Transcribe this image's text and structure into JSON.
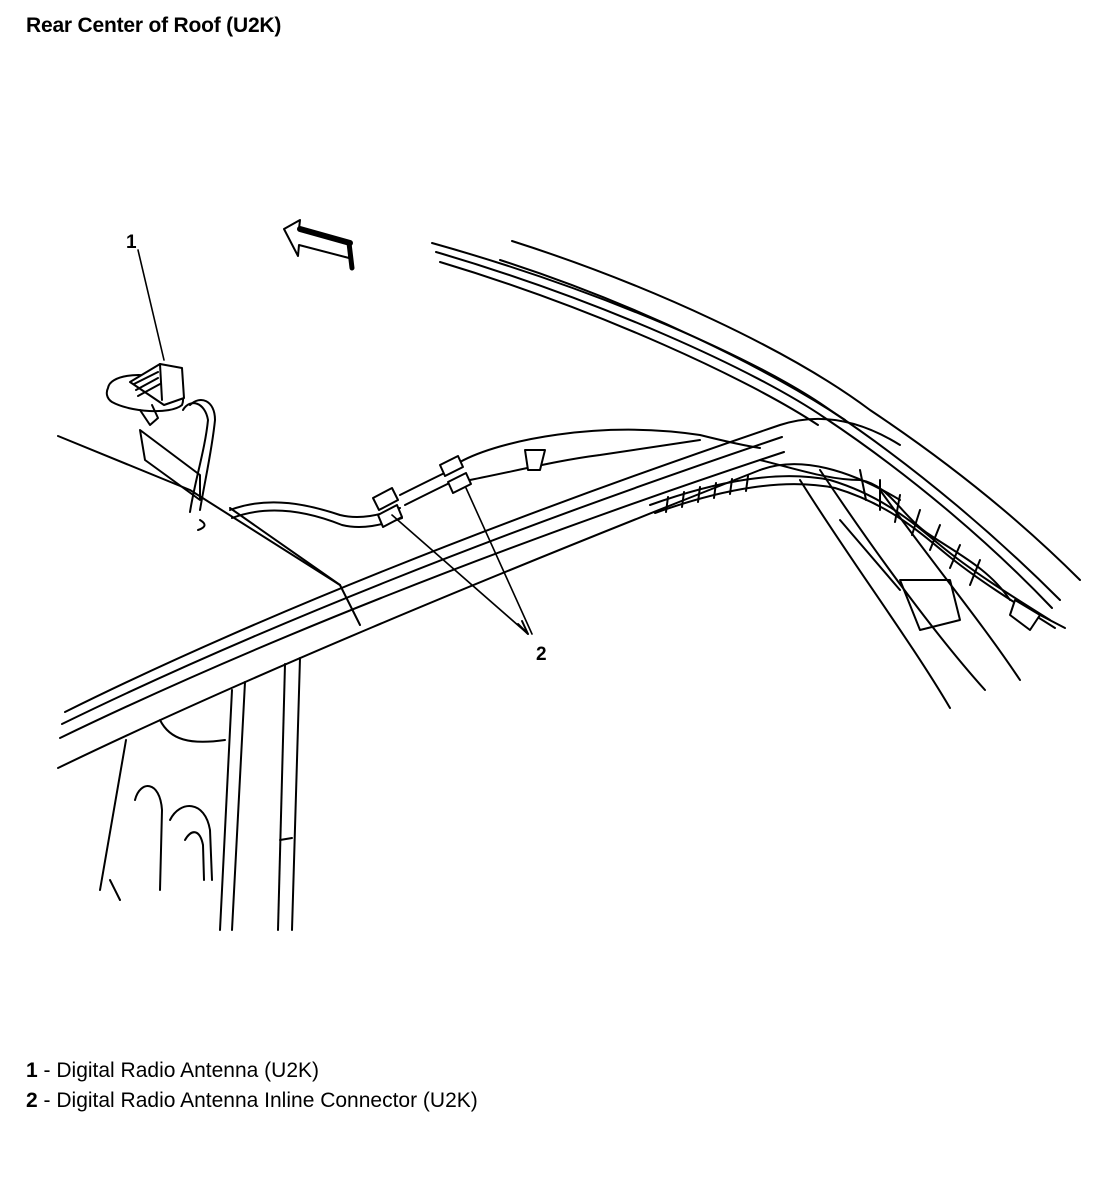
{
  "title": "Rear Center of Roof (U2K)",
  "callouts": [
    {
      "number": "1"
    },
    {
      "number": "2"
    }
  ],
  "legend": [
    {
      "number": "1",
      "separator": " - ",
      "text": "Digital Radio Antenna (U2K)"
    },
    {
      "number": "2",
      "separator": " - ",
      "text": "Digital Radio Antenna Inline Connector (U2K)"
    }
  ]
}
